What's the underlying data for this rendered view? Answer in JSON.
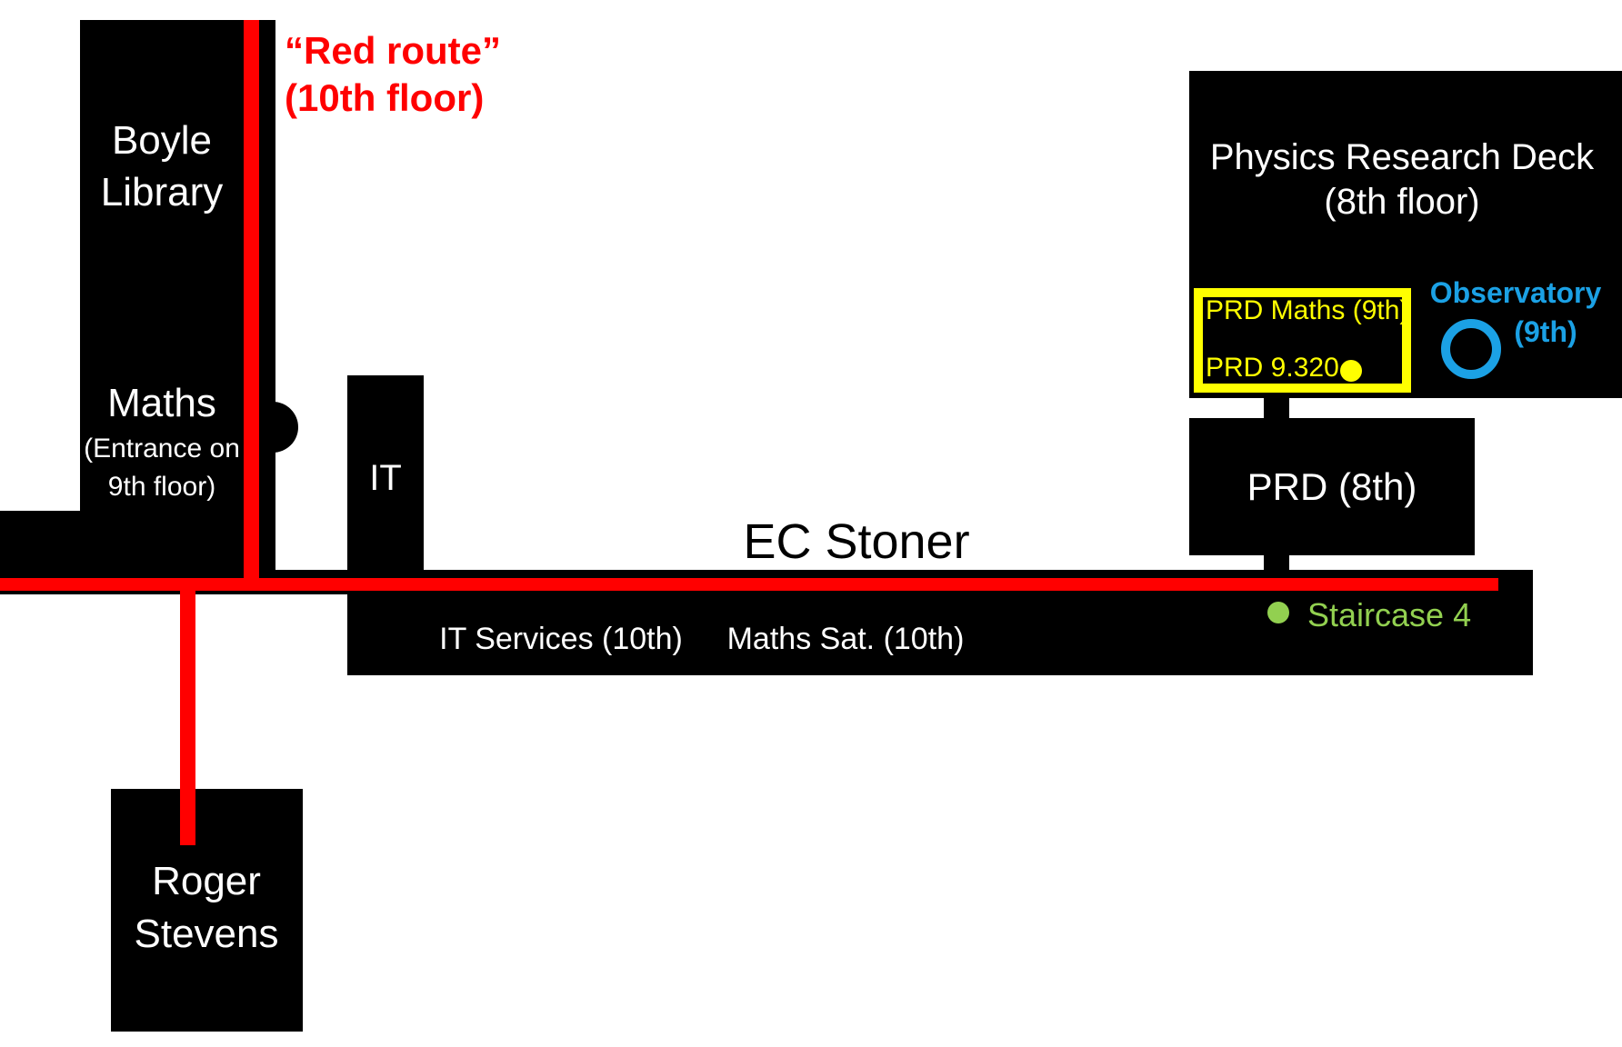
{
  "page": {
    "title": "Campus red route map"
  },
  "colors": {
    "bg": "#ffffff",
    "black": "#000000",
    "white": "#ffffff",
    "red": "#ff0000",
    "yellow": "#ffff00",
    "green": "#92d050",
    "blue": "#1ba1e5"
  },
  "route": {
    "label_line1": "“Red route”",
    "label_line2": "(10th floor)"
  },
  "buildings": {
    "boyle": {
      "line1": "Boyle",
      "line2": "Library"
    },
    "maths": {
      "name": "Maths",
      "entrance1": "(Entrance on",
      "entrance2": "9th floor)"
    },
    "it": {
      "name": "IT"
    },
    "ec_stoner": {
      "name": "EC Stoner",
      "it_services": "IT Services (10th)",
      "maths_sat": "Maths Sat. (10th)"
    },
    "prd_deck": {
      "line1": "Physics Research Deck",
      "line2": "(8th floor)",
      "prd_maths": "PRD Maths (9th)",
      "prd_room": "PRD 9.320",
      "observatory1": "Observatory",
      "observatory2": "(9th)"
    },
    "prd_8th": {
      "name": "PRD (8th)"
    },
    "roger_stevens": {
      "line1": "Roger",
      "line2": "Stevens"
    }
  },
  "markers": {
    "staircase": "Staircase 4"
  }
}
